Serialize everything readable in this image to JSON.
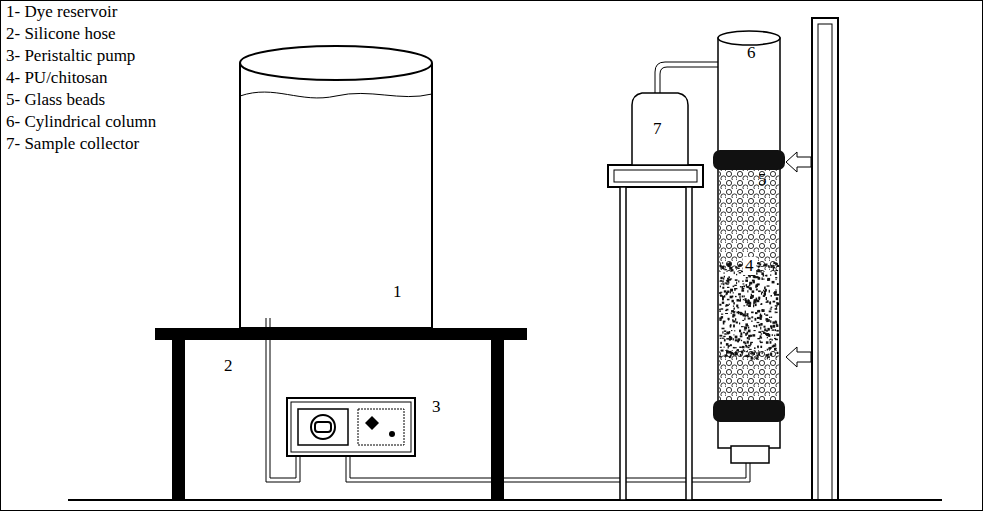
{
  "diagram": {
    "labels": [
      "1- Dye reservoir",
      "2- Silicone hose",
      "3- Peristaltic pump",
      "4- PU/chitosan",
      "5- Glass beads",
      "6- Cylindrical column",
      "7- Sample collector",
      "1",
      "2",
      "3",
      "4",
      "5",
      "6",
      "7"
    ]
  }
}
